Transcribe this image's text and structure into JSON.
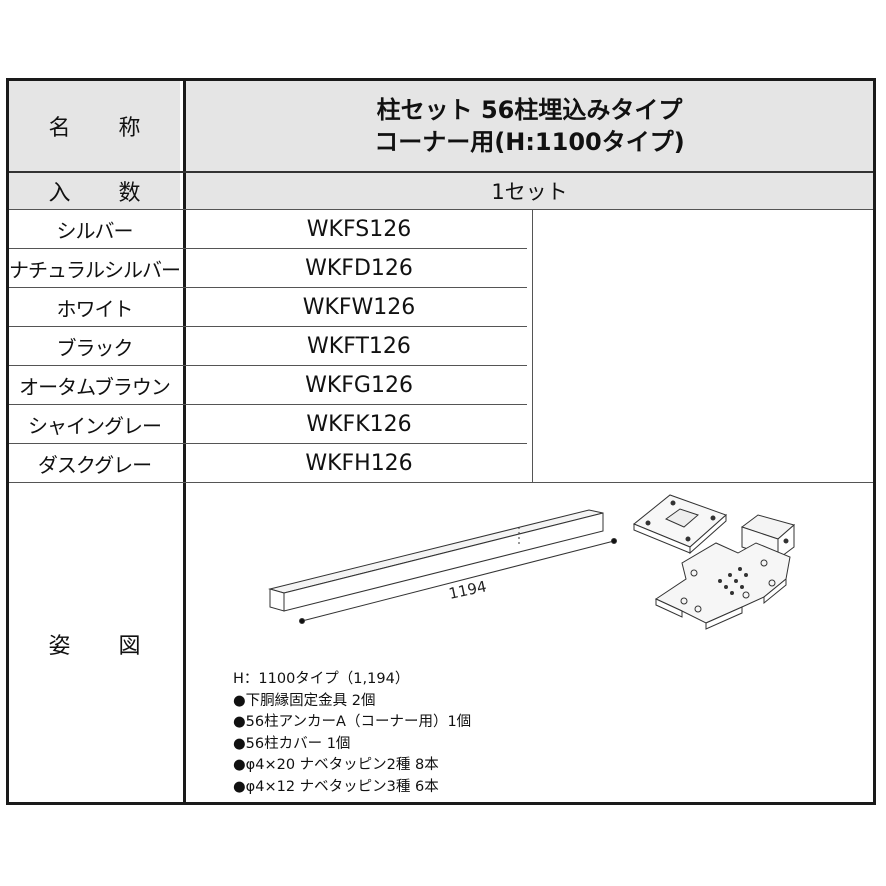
{
  "table": {
    "name_label_a": "名",
    "name_label_b": "称",
    "product_title_line1": "柱セット 56柱埋込みタイプ",
    "product_title_line2": "コーナー用(H:1100タイプ)",
    "qty_label_a": "入",
    "qty_label_b": "数",
    "qty_value": "1セット",
    "colors": [
      {
        "name": "シルバー",
        "code": "WKFS126"
      },
      {
        "name": "ナチュラルシルバー",
        "code": "WKFD126"
      },
      {
        "name": "ホワイト",
        "code": "WKFW126"
      },
      {
        "name": "ブラック",
        "code": "WKFT126"
      },
      {
        "name": "オータムブラウン",
        "code": "WKFG126"
      },
      {
        "name": "シャイングレー",
        "code": "WKFK126"
      },
      {
        "name": "ダスクグレー",
        "code": "WKFH126"
      }
    ],
    "figure_label_a": "姿",
    "figure_label_b": "図"
  },
  "figure": {
    "dimension_label": "1194",
    "parts": [
      "H：1100タイプ（1,194）",
      "●下胴縁固定金具 2個",
      "●56柱アンカーA（コーナー用）1個",
      "●56柱カバー 1個",
      "●φ4×20 ナベタッピン2種 8本",
      "●φ4×12 ナベタッピン3種 6本"
    ]
  }
}
